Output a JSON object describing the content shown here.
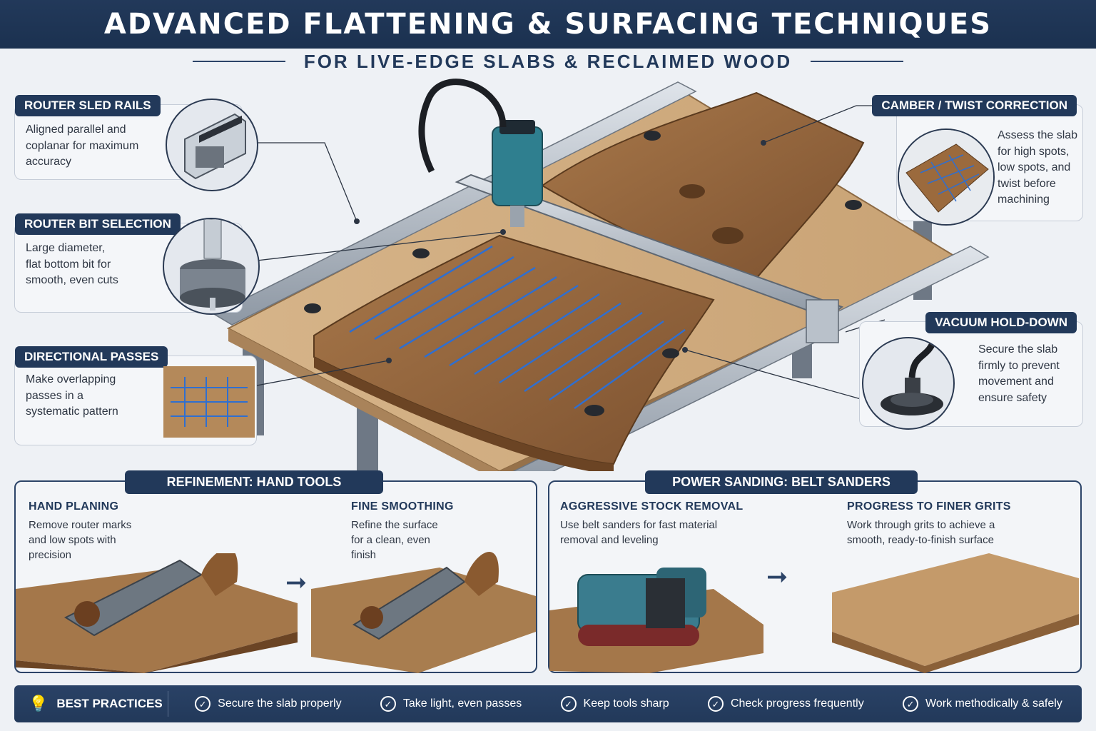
{
  "header": {
    "title": "ADVANCED FLATTENING & SURFACING TECHNIQUES",
    "subtitle": "FOR LIVE-EDGE SLABS & RECLAIMED WOOD"
  },
  "callouts": {
    "rails": {
      "title": "ROUTER SLED RAILS",
      "text": "Aligned parallel and coplanar for maximum accuracy"
    },
    "bit": {
      "title": "ROUTER BIT SELECTION",
      "text": "Large diameter, flat bottom bit for smooth, even cuts"
    },
    "passes": {
      "title": "DIRECTIONAL PASSES",
      "text": "Make overlapping passes in a systematic pattern"
    },
    "camber": {
      "title": "CAMBER / TWIST CORRECTION",
      "text": "Assess the slab for high spots, low spots, and twist before machining"
    },
    "vacuum": {
      "title": "VACUUM HOLD-DOWN",
      "text": "Secure the slab firmly to prevent movement and ensure safety"
    }
  },
  "hand_tools": {
    "panel_title": "REFINEMENT: HAND TOOLS",
    "steps": [
      {
        "title": "HAND PLANING",
        "text": "Remove router marks and low spots with precision"
      },
      {
        "title": "FINE SMOOTHING",
        "text": "Refine the surface for a clean, even finish"
      }
    ]
  },
  "power_sanding": {
    "panel_title": "POWER SANDING: BELT SANDERS",
    "steps": [
      {
        "title": "AGGRESSIVE STOCK REMOVAL",
        "text": "Use belt sanders for fast material removal and leveling"
      },
      {
        "title": "PROGRESS TO FINER GRITS",
        "text": "Work through grits to achieve a smooth, ready-to-finish surface"
      }
    ]
  },
  "best_practices": {
    "label": "BEST PRACTICES",
    "items": [
      "Secure the slab properly",
      "Take light, even passes",
      "Keep tools sharp",
      "Check progress frequently",
      "Work methodically & safely"
    ]
  },
  "colors": {
    "navy": "#22395a",
    "wood": "#9a6a3c",
    "wood_dark": "#6b4424",
    "aluminum": "#a9b2bd",
    "pass_arrows": "#2f6fd0",
    "router_body": "#2f7f8f"
  }
}
